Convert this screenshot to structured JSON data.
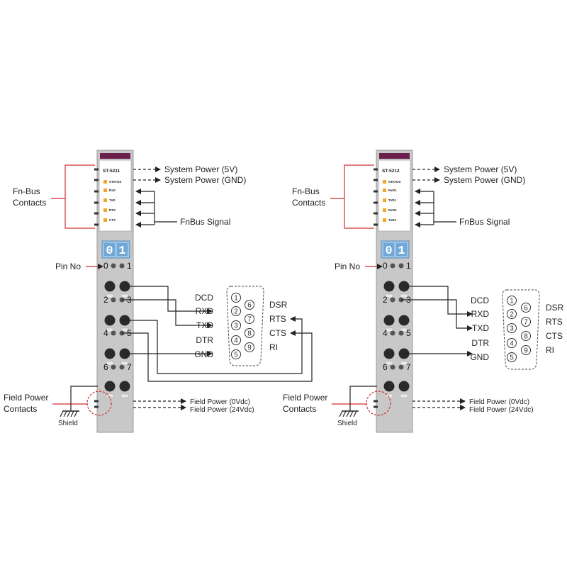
{
  "colors": {
    "accent_red": "#d32f2f",
    "module_body": "#c8c8c8",
    "module_top": "#6b1f4c",
    "led": "#f5a623",
    "display": "#6fa8d6",
    "wire": "#222222"
  },
  "modules": [
    {
      "id": "left",
      "name": "ST-5211",
      "leds": [
        "STATUS",
        "RxD",
        "TxD",
        "RTS",
        "CTS"
      ],
      "display_digits": [
        "0",
        "1"
      ],
      "pin_numbers": [
        "0",
        "1",
        "2",
        "3",
        "4",
        "5",
        "6",
        "7"
      ],
      "labels": {
        "fnbus_contacts": [
          "Fn-Bus",
          "Contacts"
        ],
        "system_power_5v": "System Power (5V)",
        "system_power_gnd": "System Power (GND)",
        "fnbus_signal": "FnBus Signal",
        "pin_no": "Pin No",
        "field_power_contacts": [
          "Field Power",
          "Contacts"
        ],
        "field_power_0v": "Field Power (0Vdc)",
        "field_power_24v": "Field Power (24Vdc)",
        "shield": "Shield"
      },
      "db9": {
        "left_signals": [
          {
            "name": "DCD",
            "pin": "1"
          },
          {
            "name": "RXD",
            "pin": "2"
          },
          {
            "name": "TXD",
            "pin": "3"
          },
          {
            "name": "DTR",
            "pin": "4"
          },
          {
            "name": "GND",
            "pin": "5"
          }
        ],
        "right_signals": [
          {
            "name": "DSR",
            "pin": "6"
          },
          {
            "name": "RTS",
            "pin": "7"
          },
          {
            "name": "CTS",
            "pin": "8"
          },
          {
            "name": "RI",
            "pin": "9"
          }
        ]
      }
    },
    {
      "id": "right",
      "name": "ST-5212",
      "leds": [
        "STATUS",
        "RxD1",
        "TxD1",
        "RxD2",
        "TxD2"
      ],
      "display_digits": [
        "0",
        "1"
      ],
      "pin_numbers": [
        "0",
        "1",
        "2",
        "3",
        "4",
        "5",
        "6",
        "7"
      ],
      "labels": {
        "fnbus_contacts": [
          "Fn-Bus",
          "Contacts"
        ],
        "system_power_5v": "System Power (5V)",
        "system_power_gnd": "System Power (GND)",
        "fnbus_signal": "FnBus Signal",
        "pin_no": "Pin No",
        "field_power_contacts": [
          "Field Power",
          "Contacts"
        ],
        "field_power_0v": "Field Power (0Vdc)",
        "field_power_24v": "Field Power (24Vdc)",
        "shield": "Shield"
      },
      "db9": {
        "left_signals": [
          {
            "name": "DCD",
            "pin": "1"
          },
          {
            "name": "RXD",
            "pin": "2"
          },
          {
            "name": "TXD",
            "pin": "3"
          },
          {
            "name": "DTR",
            "pin": "4"
          },
          {
            "name": "GND",
            "pin": "5"
          }
        ],
        "right_signals": [
          {
            "name": "DSR",
            "pin": "6"
          },
          {
            "name": "RTS",
            "pin": "7"
          },
          {
            "name": "CTS",
            "pin": "8"
          },
          {
            "name": "RI",
            "pin": "9"
          }
        ]
      }
    }
  ]
}
